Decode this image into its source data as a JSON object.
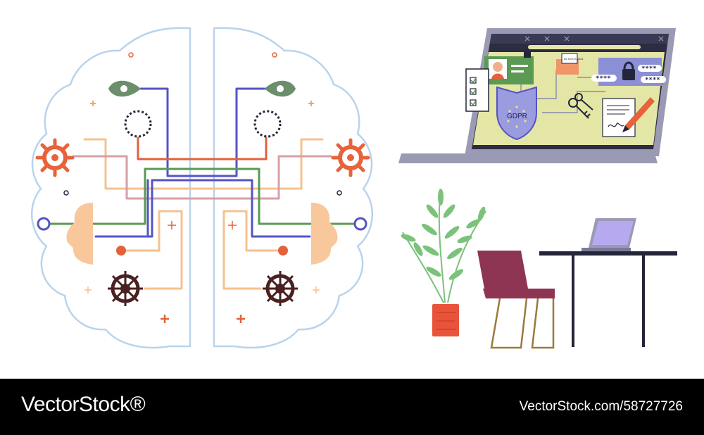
{
  "illustration": {
    "shield_label": "GDPR",
    "password_masks": [
      "****",
      "****",
      "****"
    ],
    "file_label": "DL DOCS 2021",
    "colors": {
      "brain_outline": "#b9d3ec",
      "blue_wire": "#5454c4",
      "orange_wire": "#e2623a",
      "peach_wire": "#f6c18f",
      "green_wire": "#5a9a52",
      "pink_wire": "#d6a0a6",
      "gear_orange": "#e8623a",
      "wheel_dark": "#4a2020",
      "chair": "#8e3553",
      "plant_pot": "#e8533a",
      "leaf": "#7cc27a",
      "laptop_screen": "#e4e6a5",
      "laptop_body": "#9a9ab4",
      "desk": "#25253a"
    }
  },
  "footer": {
    "brand": "VectorStock®",
    "url": "VectorStock.com/58727726"
  }
}
